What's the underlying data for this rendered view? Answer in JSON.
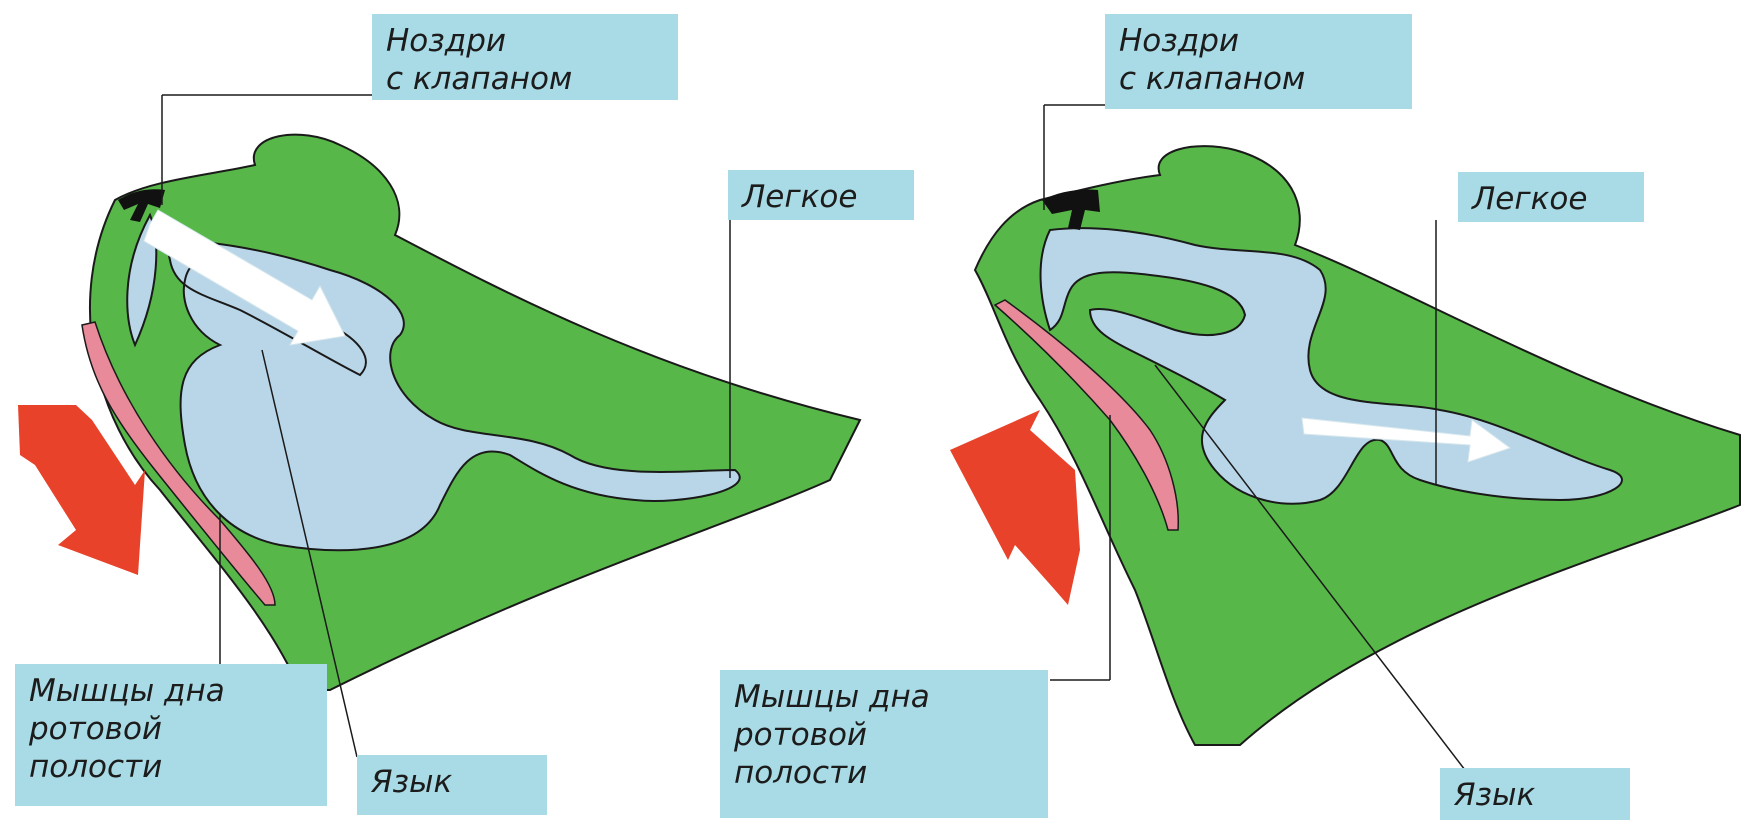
{
  "panels": [
    {
      "nostrils_label": [
        "Ноздри",
        "с клапаном"
      ],
      "lung_label": "Легкое",
      "muscle_label": [
        "Мышцы дна",
        "ротовой",
        "полости"
      ],
      "tongue_label": "Язык"
    },
    {
      "nostrils_label": [
        "Ноздри",
        "с клапаном"
      ],
      "lung_label": "Легкое",
      "muscle_label": [
        "Мышцы дна",
        "ротовой",
        "полости"
      ],
      "tongue_label": "Язык"
    }
  ],
  "colors": {
    "body": "#57b748",
    "cavity": "#b9d6e8",
    "muscle": "#e88a9a",
    "nostril": "#111111",
    "arrow_force": "#e8432a",
    "arrow_air": "#ffffff",
    "label_bg": "#a9dbe6"
  }
}
